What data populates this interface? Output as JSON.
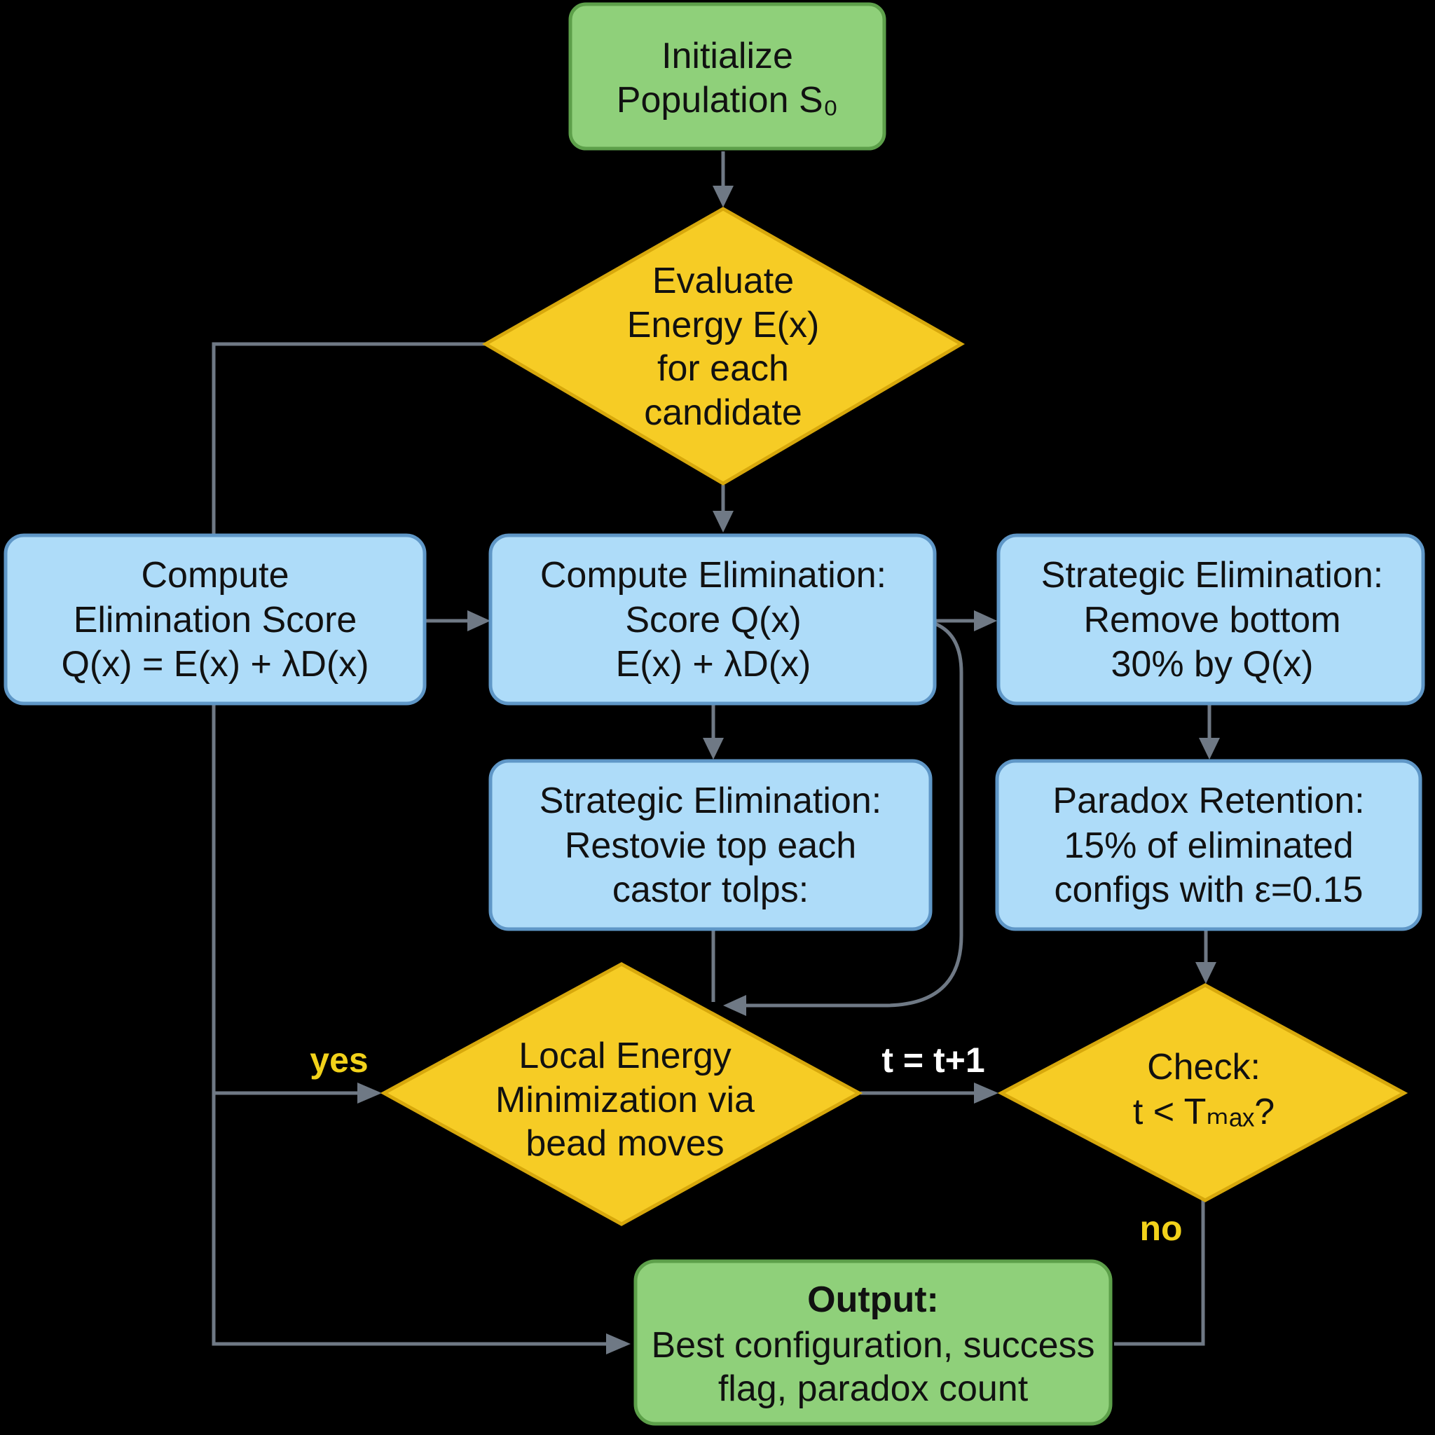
{
  "nodes": {
    "init": {
      "lines": [
        "Initialize",
        "Population S₀"
      ]
    },
    "evaluate": {
      "lines": [
        "Evaluate",
        "Energy E(x)",
        "for each",
        "candidate"
      ]
    },
    "score_left": {
      "lines": [
        "Compute",
        "Elimination Score",
        "Q(x) = E(x) + λD(x)"
      ]
    },
    "score_center": {
      "lines": [
        "Compute Elimination:",
        "Score Q(x)",
        "E(x) + λD(x)"
      ]
    },
    "strategic_right": {
      "lines": [
        "Strategic Elimination:",
        "Remove bottom",
        "30% by Q(x)"
      ]
    },
    "strategic_center": {
      "lines": [
        "Strategic Elimination:",
        "Restovie top each",
        "castor tolps:"
      ]
    },
    "paradox": {
      "lines": [
        "Paradox Retention:",
        "15% of eliminated",
        "configs with ε=0.15"
      ]
    },
    "local": {
      "lines": [
        "Local Energy",
        "Minimization via",
        "bead moves"
      ]
    },
    "check": {
      "lines": [
        "Check:",
        "t < Tₘₐₓ?"
      ]
    },
    "output": {
      "lines": [
        "Output:",
        "Best configuration, success",
        "flag, paradox count"
      ]
    }
  },
  "edge_labels": {
    "yes": "yes",
    "increment": "t = t+1",
    "no": "no"
  },
  "colors": {
    "background": "#000000",
    "process_green": "#8fd07a",
    "process_blue": "#aedcf9",
    "decision_yellow": "#f6cc25",
    "connector": "#6f7985",
    "label_yellow": "#f2d21a",
    "label_white": "#ffffff"
  }
}
